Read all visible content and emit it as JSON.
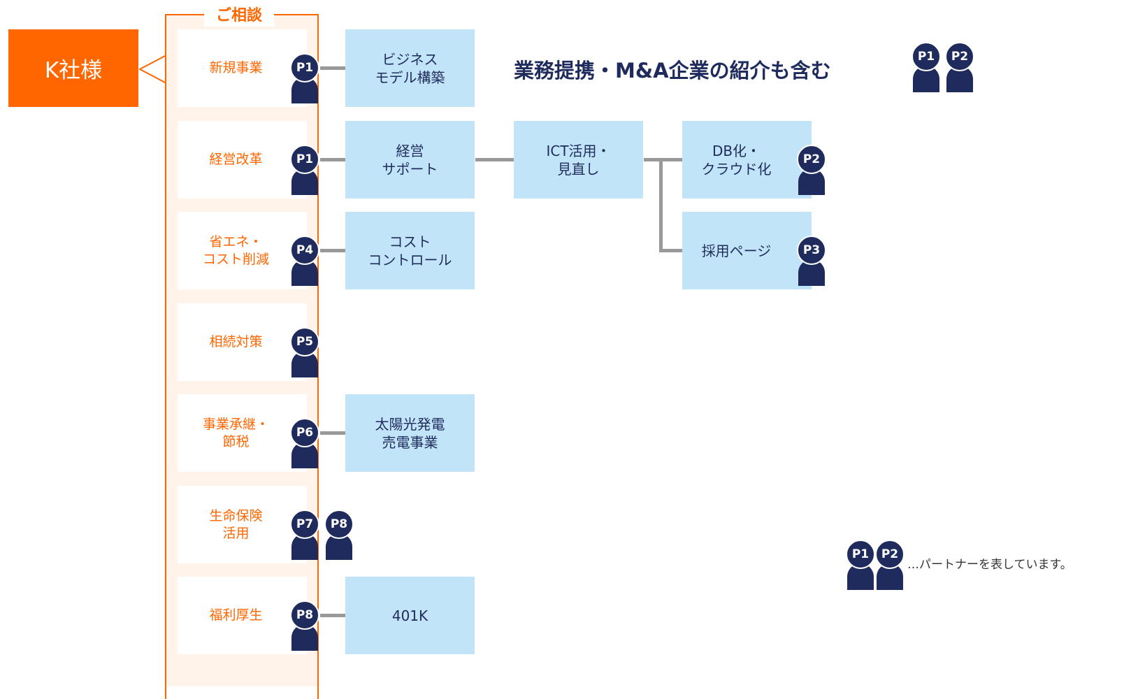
{
  "client": {
    "label": "K社様"
  },
  "frame": {
    "title": "ご相談"
  },
  "categories": [
    {
      "label": "新規事業"
    },
    {
      "label": "経営改革"
    },
    {
      "label": "省エネ・\nコスト削減"
    },
    {
      "label": "相続対策"
    },
    {
      "label": "事業承継・\n節税"
    },
    {
      "label": "生命保険\n活用"
    },
    {
      "label": "福利厚生"
    }
  ],
  "services": [
    {
      "label": "ビジネス\nモデル構築"
    },
    {
      "label": "経営\nサポート"
    },
    {
      "label": "ICT活用・\n見直し"
    },
    {
      "label": "DB化・\nクラウド化"
    },
    {
      "label": "採用ページ"
    },
    {
      "label": "コスト\nコントロール"
    },
    {
      "label": "太陽光発電\n売電事業"
    },
    {
      "label": "401K"
    }
  ],
  "partners": {
    "p1": "P1",
    "p2": "P2",
    "p3": "P3",
    "p4": "P4",
    "p5": "P5",
    "p6": "P6",
    "p7": "P7",
    "p8": "P8"
  },
  "headline": "業務提携・M&A企業の紹介も含む",
  "legend": {
    "text": "…パートナーを表しています。"
  },
  "colors": {
    "accent": "#ff6600",
    "box": "#c2e4f9",
    "navy": "#1e2b5c",
    "connector": "#999999"
  }
}
